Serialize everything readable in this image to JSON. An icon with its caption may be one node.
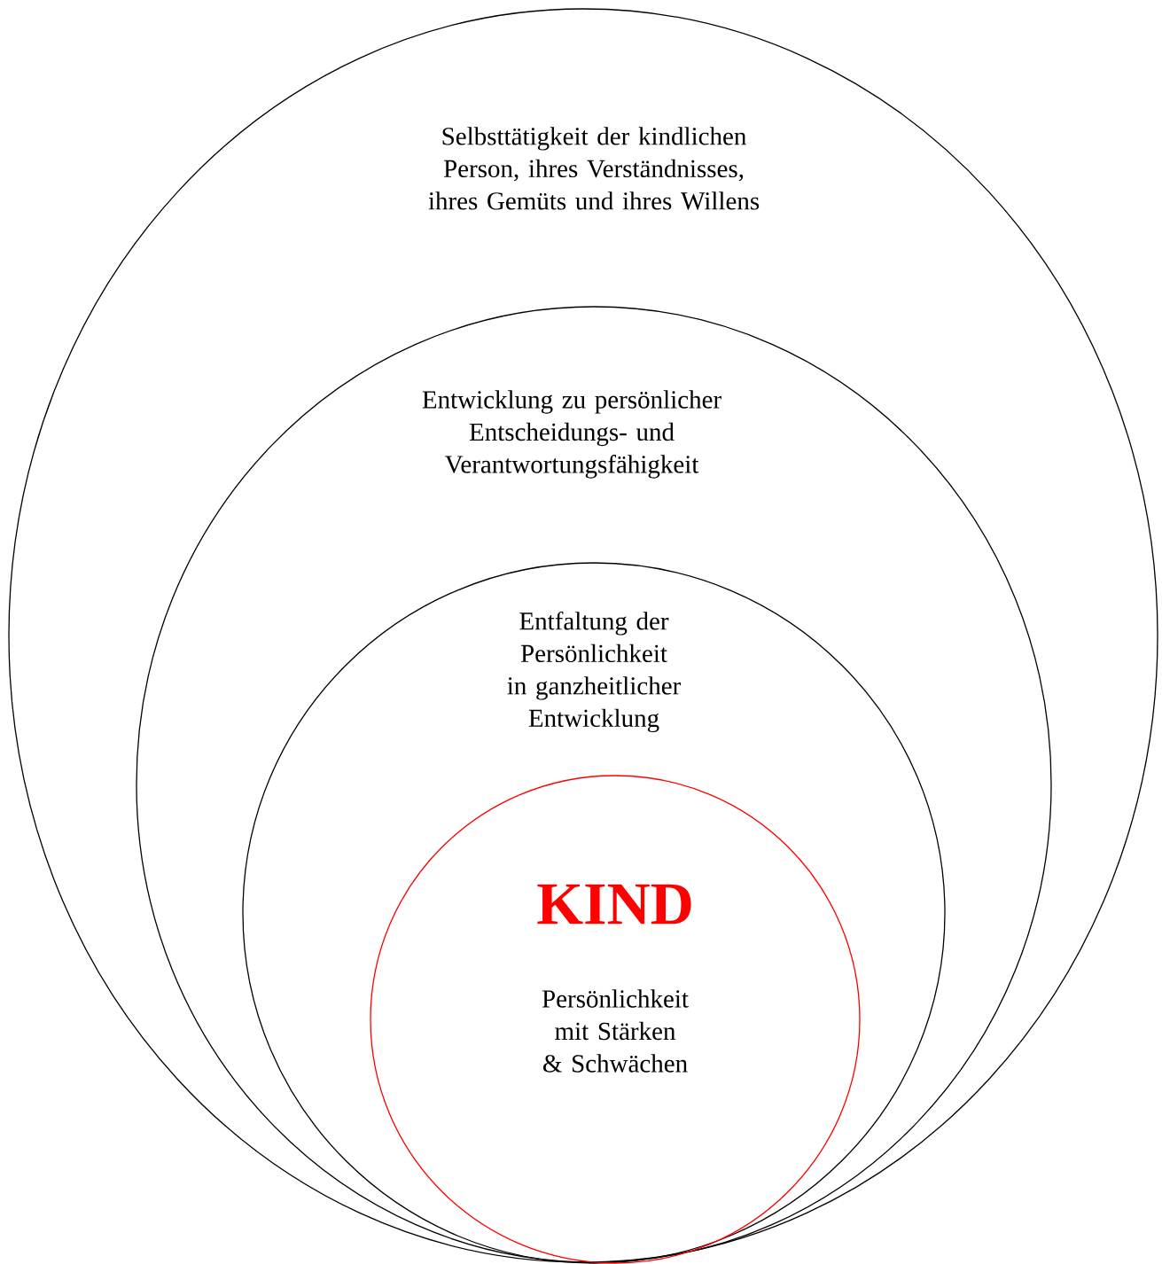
{
  "diagram": {
    "nodes": [
      {
        "text": [
          "Selbsttätigkeit der kindlichen Person, ihres Verständnisses, ihres Gemüts und ihres Willens"
        ]
      },
      {
        "text": [
          "Entwicklung zu persönlicher Entscheidungs- und Verantwortungsfähigkeit"
        ],
        "in": 0
      },
      {
        "text": [
          "Entfaltung der Persönlichkeit in ganzheitlicher Entwicklung"
        ],
        "in": 1
      },
      {
        "text": [
          "KIND",
          "Persönlichkeit mit Stärken & Schwächen"
        ],
        "in": 2
      }
    ]
  }
}
